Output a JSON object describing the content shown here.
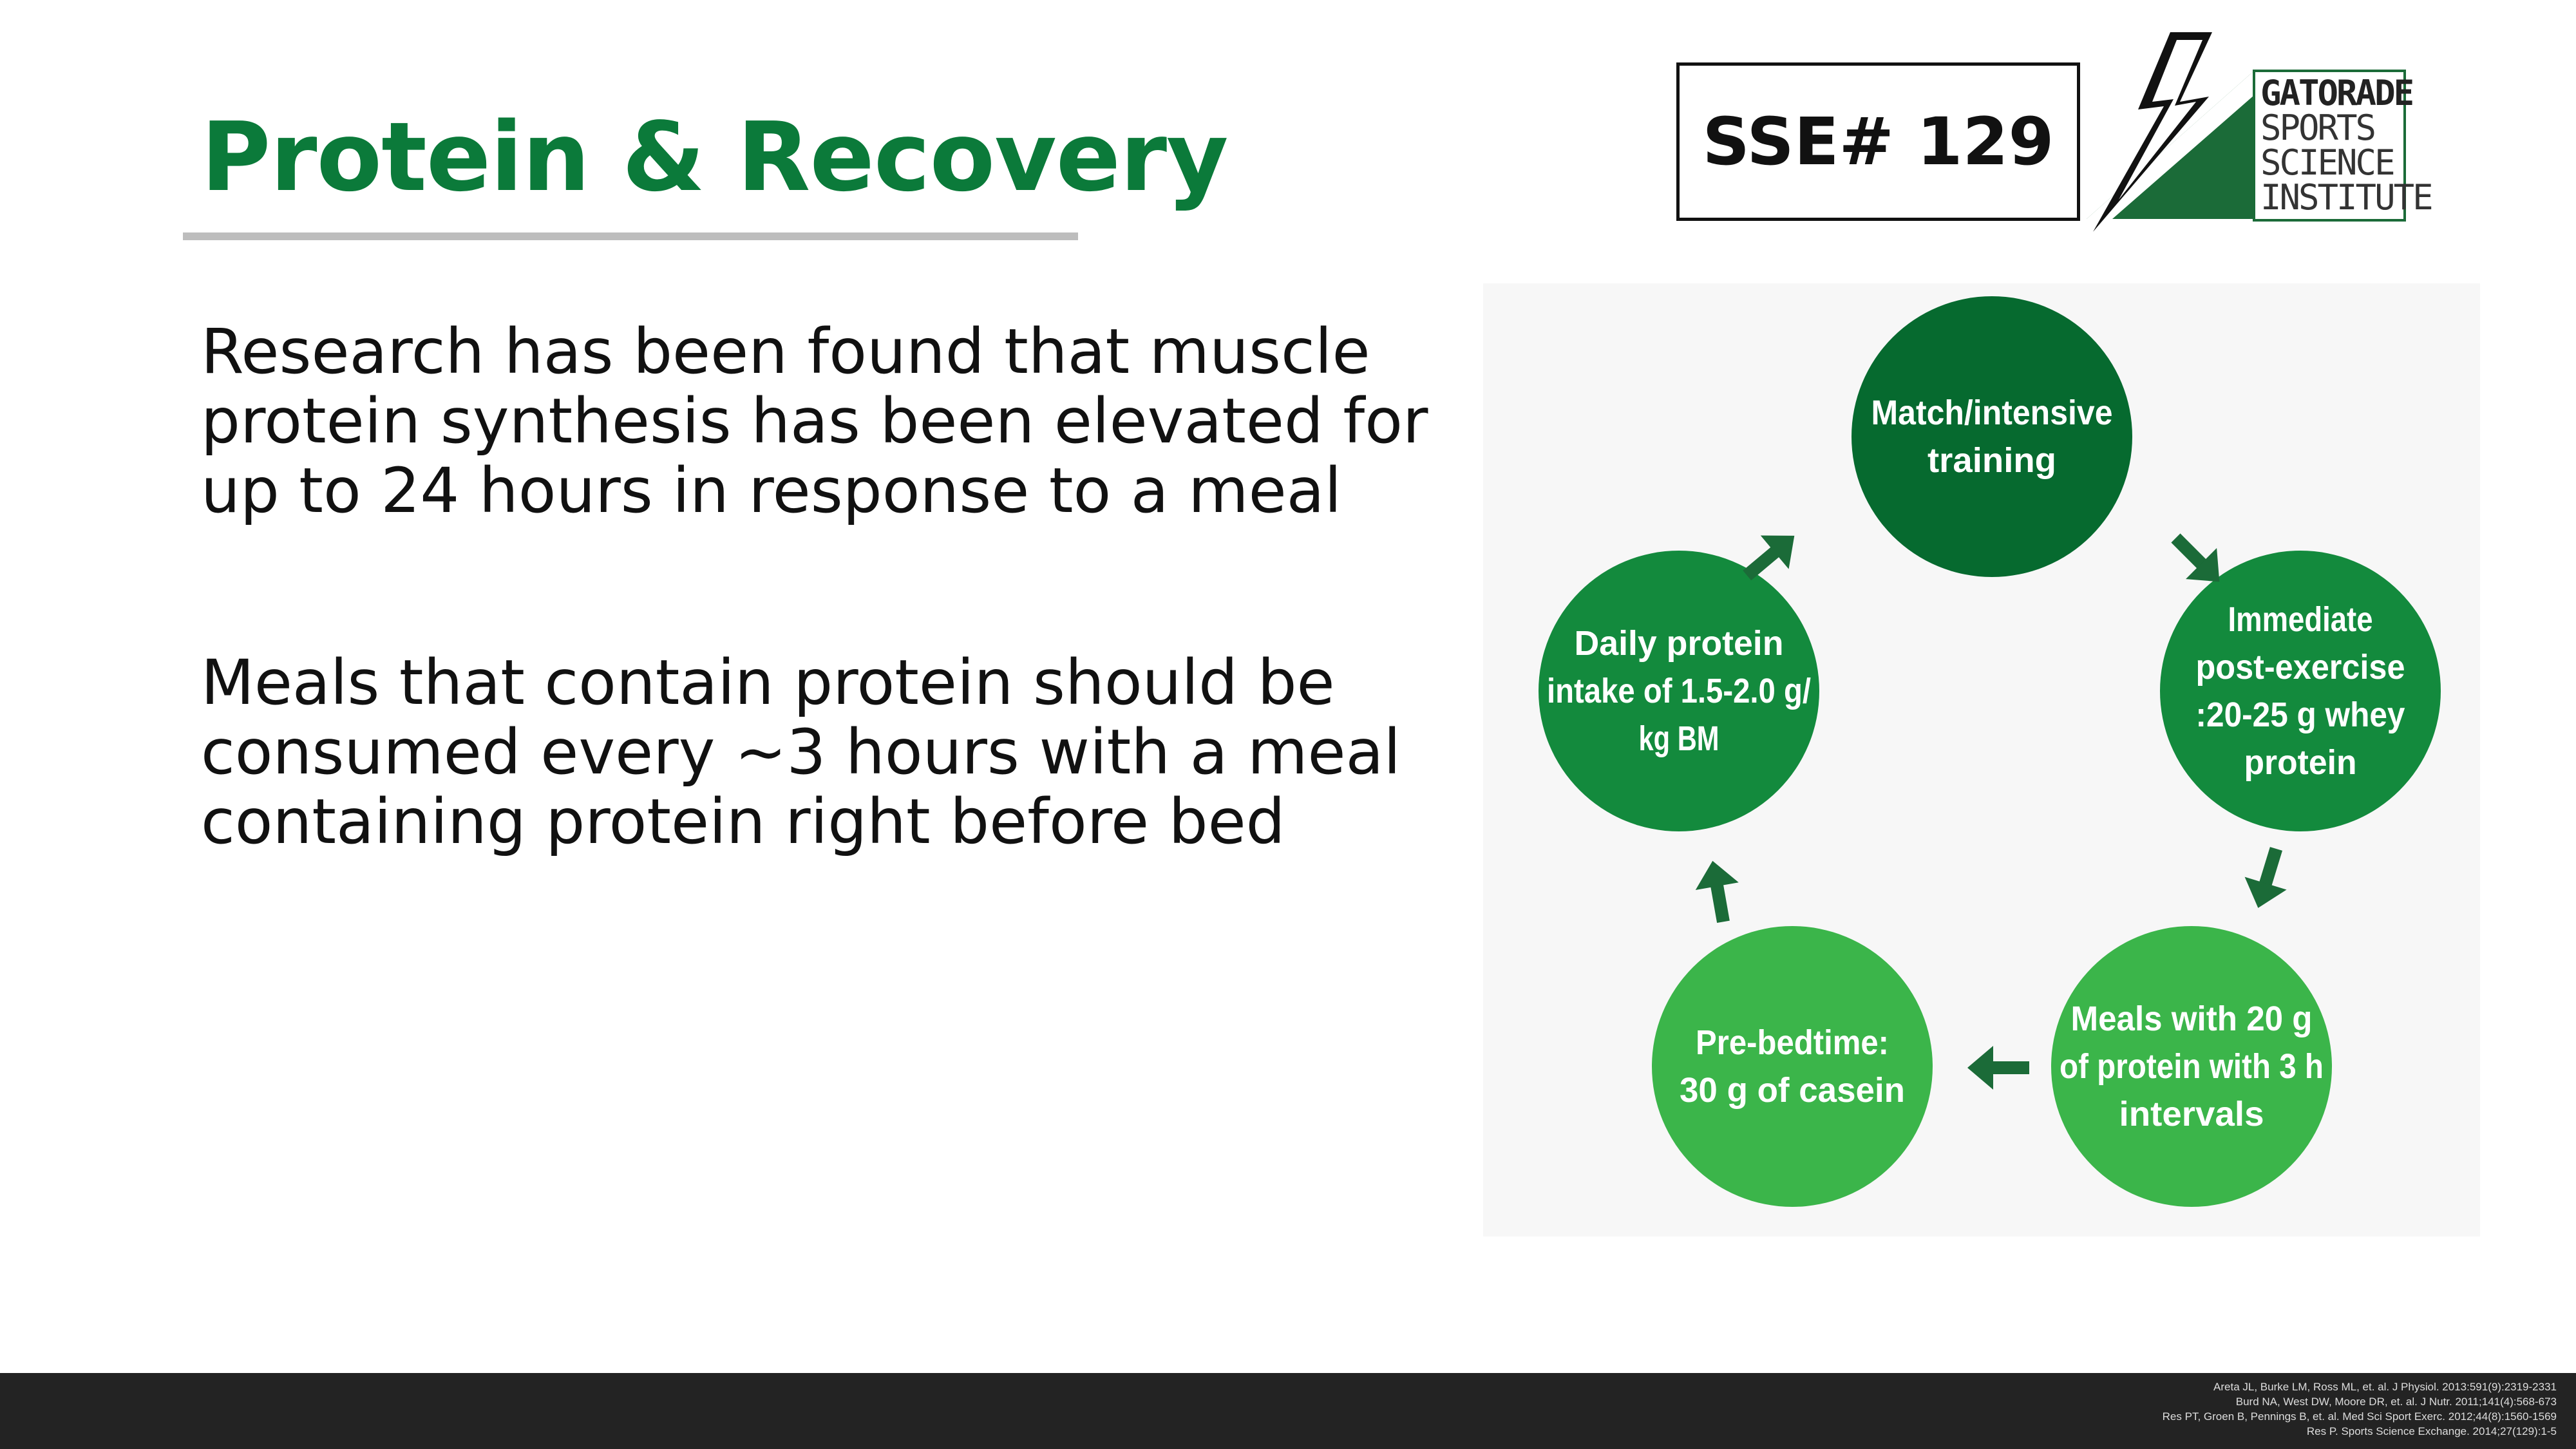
{
  "slide": {
    "title": "Protein & Recovery",
    "paragraph_1": "Research has been found that muscle protein synthesis has been elevated for up to 24 hours in response to a meal",
    "paragraph_2": "Meals that contain protein should be consumed every ~3 hours with a meal containing protein right before bed"
  },
  "badge": {
    "label": "SSE# 129"
  },
  "logo": {
    "lines": [
      "GATORADE",
      "SPORTS",
      "SCIENCE",
      "INSTITUTE"
    ]
  },
  "diagram": {
    "nodes": [
      {
        "id": "training",
        "lines": [
          "Match/intensive",
          "training"
        ],
        "color": "#066a2f"
      },
      {
        "id": "post-exercise",
        "lines": [
          "Immediate",
          "post-exercise",
          ":20-25 g whey",
          "protein"
        ],
        "color": "#138a3d"
      },
      {
        "id": "meals",
        "lines": [
          "Meals with 20 g",
          "of protein with 3 h",
          "intervals"
        ],
        "color": "#3bb54a"
      },
      {
        "id": "pre-bedtime",
        "lines": [
          "Pre-bedtime:",
          "30 g of casein"
        ],
        "color": "#3bb54a"
      },
      {
        "id": "daily",
        "lines": [
          "Daily protein",
          "intake of 1.5-2.0 g/",
          "kg BM"
        ],
        "color": "#138a3d"
      }
    ],
    "arrow_color": "#1b6b38"
  },
  "footer": {
    "refs": [
      "Areta JL, Burke LM, Ross ML, et. al. J Physiol. 2013:591(9):2319-2331",
      "Burd NA, West DW, Moore DR, et. al. J Nutr. 2011;141(4):568-673",
      "Res PT, Groen B, Pennings B, et. al. Med Sci Sport Exerc. 2012;44(8):1560-1569",
      "Res P. Sports Science Exchange. 2014;27(129):1-5"
    ]
  }
}
